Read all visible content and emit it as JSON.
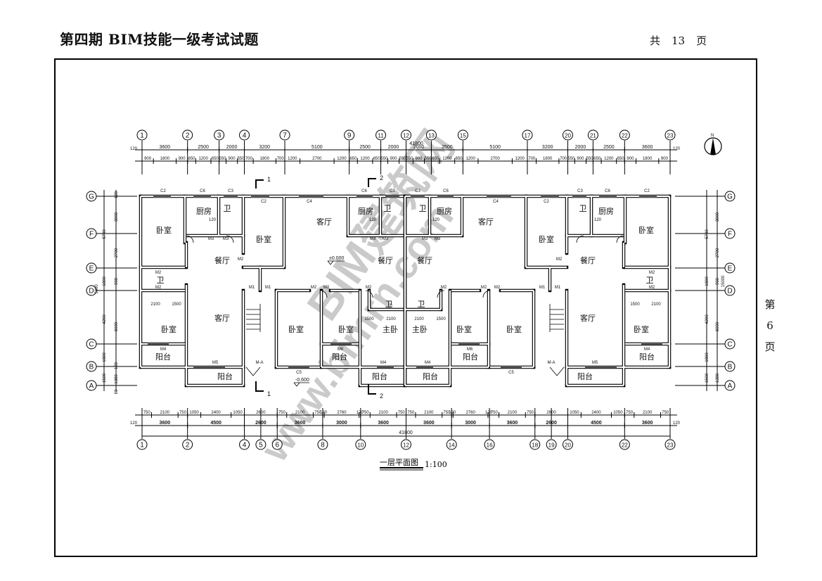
{
  "header": {
    "title": "第四期 BIM技能一级考试试题",
    "total_prefix": "共",
    "total_pages": "13",
    "total_suffix": "页"
  },
  "side_page": {
    "prefix": "第",
    "number": "6",
    "suffix": "页"
  },
  "drawing": {
    "title": "一层平面图",
    "scale": "1:100",
    "level_floor": "±0.000",
    "level_outdoor": "-0.600",
    "section_marks": [
      "1",
      "2"
    ],
    "north_label": "N",
    "watermark": [
      "BIM建筑网",
      "www.bimrn.com"
    ],
    "axes_top": [
      "1",
      "2",
      "3",
      "4",
      "7",
      "9",
      "11",
      "12",
      "13",
      "15",
      "17",
      "20",
      "21",
      "22",
      "23"
    ],
    "axes_bottom": [
      "1",
      "2",
      "4",
      "5",
      "6",
      "8",
      "10",
      "12",
      "14",
      "16",
      "18",
      "19",
      "20",
      "22",
      "23"
    ],
    "axes_rows": [
      "G",
      "F",
      "E",
      "D",
      "C",
      "B",
      "A"
    ],
    "dims_top_total": "41800",
    "dims_top_end": "120",
    "dims_top_axes": [
      3600,
      2500,
      2000,
      3200,
      5100,
      2500,
      2000,
      2000,
      2500,
      5100,
      3200,
      2000,
      2500,
      3600
    ],
    "dims_top_detail": [
      900,
      1800,
      900,
      650,
      1200,
      650,
      550,
      900,
      550,
      700,
      1800,
      700,
      1200,
      2700,
      1200,
      650,
      1200,
      650,
      550,
      900,
      550,
      550,
      900,
      550,
      650,
      1200,
      650,
      1200,
      2700,
      1200,
      700,
      1800,
      700,
      550,
      900,
      550,
      650,
      1200,
      650,
      900,
      1800,
      900
    ],
    "dims_bottom_detail": [
      750,
      2100,
      750,
      1050,
      2400,
      1050,
      2600,
      750,
      2100,
      750,
      120,
      2760,
      120,
      750,
      2100,
      750,
      750,
      2100,
      750,
      120,
      2760,
      120,
      750,
      2100,
      750,
      2600,
      1050,
      2400,
      1050,
      750,
      2100,
      750
    ],
    "dims_bottom_axes": [
      3600,
      4500,
      2600,
      3600,
      3000,
      3600,
      3600,
      3000,
      3600,
      2600,
      4500,
      3600
    ],
    "dims_bottom_total": "41800",
    "dims_left_outer": [
      "5700",
      "1800",
      "4200",
      "1800",
      "1500"
    ],
    "dims_left_inner": [
      "120",
      "3000",
      "2700",
      "900",
      "6000",
      "120",
      "1380",
      "60"
    ],
    "dims_left_extra": "5000",
    "dims_right_outer": [
      "3000",
      "2700",
      "900",
      "6000",
      "1380"
    ],
    "dims_right_inner": [
      "5700",
      "1800",
      "4200",
      "1800",
      "1500"
    ],
    "dims_right_total": "15000",
    "rooms": [
      "卧室",
      "厨房",
      "卫",
      "卧室",
      "客厅",
      "餐厅",
      "卫",
      "卧室",
      "客厅",
      "阳台",
      "阳台",
      "卧室",
      "卧室",
      "主卧",
      "阳台",
      "阳台",
      "厨房",
      "卫",
      "餐厅",
      "卫",
      "卧室",
      "厨房",
      "卫",
      "卧室",
      "客厅",
      "餐厅",
      "卫",
      "卧室",
      "客厅",
      "阳台",
      "阳台",
      "卧室",
      "卧室",
      "主卧",
      "阳台",
      "阳台",
      "厨房",
      "卫",
      "餐厅",
      "卫"
    ],
    "tags": [
      "C2",
      "C6",
      "C3",
      "C2",
      "C4",
      "C6",
      "C3",
      "C3",
      "C6",
      "C4",
      "C2",
      "C3",
      "C6",
      "C2",
      "M3",
      "M3",
      "M2",
      "M2",
      "M2",
      "M1",
      "M1",
      "M2",
      "M2",
      "M2",
      "M4",
      "M5",
      "M-A",
      "C5",
      "M6",
      "M4",
      "M4",
      "M6",
      "C5",
      "M-A",
      "M5",
      "M4",
      "M3",
      "M3",
      "M3",
      "M3",
      "M1",
      "M1",
      "M2",
      "M2",
      "M2",
      "M2",
      "M2",
      "M2",
      "2100",
      "1500",
      "1500",
      "2100",
      "2100",
      "1500",
      "1500",
      "2100",
      "120",
      "120",
      "120",
      "120",
      "120",
      "120"
    ]
  }
}
